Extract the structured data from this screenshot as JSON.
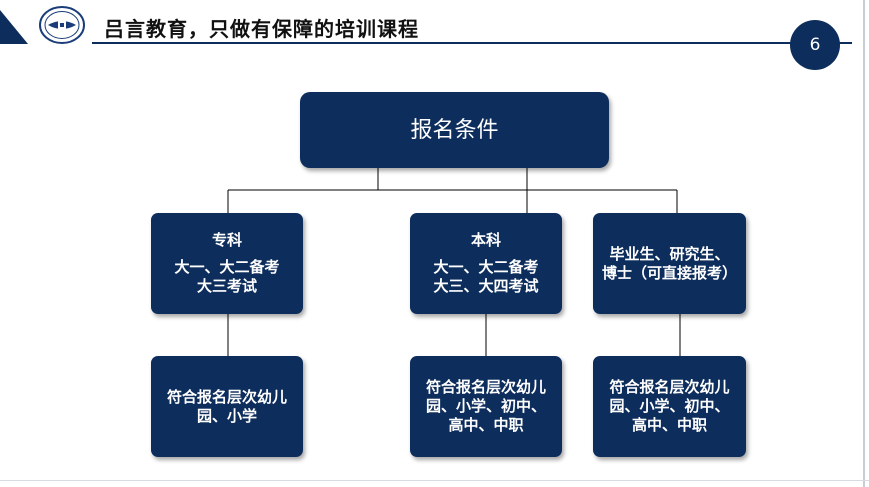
{
  "header": {
    "title": "吕言教育，只做有保障的培训课程",
    "page_number": "6",
    "logo": "lvyan-education-logo"
  },
  "diagram": {
    "root": {
      "label": "报名条件"
    },
    "branches": [
      {
        "title": "专科",
        "detail": [
          "大一、大二备考",
          "大三考试"
        ],
        "result": [
          "符合报名层次幼儿",
          "园、小学"
        ]
      },
      {
        "title": "本科",
        "detail": [
          "大一、大二备考",
          "大三、大四考试"
        ],
        "result": [
          "符合报名层次幼儿",
          "园、小学、初中、",
          "高中、中职"
        ]
      },
      {
        "title": "",
        "detail": [
          "毕业生、研究生、",
          "博士（可直接报考）"
        ],
        "result": [
          "符合报名层次幼儿",
          "园、小学、初中、",
          "高中、中职"
        ]
      }
    ]
  },
  "colors": {
    "box_fill": "#0d2d5c",
    "connector": "#000000",
    "title_rule": "#0d2d5c"
  }
}
